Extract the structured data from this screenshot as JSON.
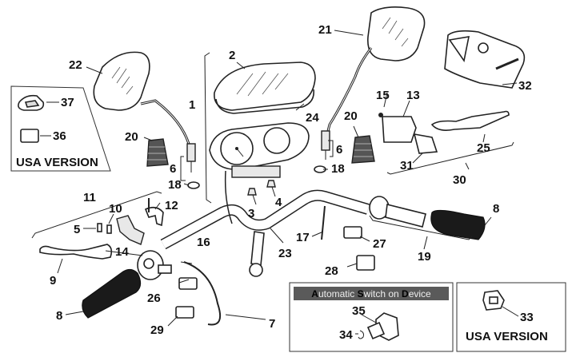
{
  "diagram": {
    "title": "Handlebar and controls exploded parts view",
    "callouts": [
      {
        "id": "1",
        "label": "1"
      },
      {
        "id": "2",
        "label": "2"
      },
      {
        "id": "3",
        "label": "3"
      },
      {
        "id": "4",
        "label": "4"
      },
      {
        "id": "5",
        "label": "5"
      },
      {
        "id": "6a",
        "label": "6"
      },
      {
        "id": "6b",
        "label": "6"
      },
      {
        "id": "7",
        "label": "7"
      },
      {
        "id": "8a",
        "label": "8"
      },
      {
        "id": "8b",
        "label": "8"
      },
      {
        "id": "9",
        "label": "9"
      },
      {
        "id": "10",
        "label": "10"
      },
      {
        "id": "11",
        "label": "11"
      },
      {
        "id": "12",
        "label": "12"
      },
      {
        "id": "13",
        "label": "13"
      },
      {
        "id": "14",
        "label": "14"
      },
      {
        "id": "15",
        "label": "15"
      },
      {
        "id": "16",
        "label": "16"
      },
      {
        "id": "17",
        "label": "17"
      },
      {
        "id": "18a",
        "label": "18"
      },
      {
        "id": "18b",
        "label": "18"
      },
      {
        "id": "19",
        "label": "19"
      },
      {
        "id": "20a",
        "label": "20"
      },
      {
        "id": "20b",
        "label": "20"
      },
      {
        "id": "21",
        "label": "21"
      },
      {
        "id": "22",
        "label": "22"
      },
      {
        "id": "23",
        "label": "23"
      },
      {
        "id": "24",
        "label": "24"
      },
      {
        "id": "25",
        "label": "25"
      },
      {
        "id": "26",
        "label": "26"
      },
      {
        "id": "27",
        "label": "27"
      },
      {
        "id": "28",
        "label": "28"
      },
      {
        "id": "29",
        "label": "29"
      },
      {
        "id": "30",
        "label": "30"
      },
      {
        "id": "31",
        "label": "31"
      },
      {
        "id": "32",
        "label": "32"
      },
      {
        "id": "33",
        "label": "33"
      },
      {
        "id": "34",
        "label": "34"
      },
      {
        "id": "35",
        "label": "35"
      },
      {
        "id": "36",
        "label": "36"
      },
      {
        "id": "37",
        "label": "37"
      }
    ],
    "inset_left": {
      "version_label": "USA VERSION",
      "parts": [
        "37",
        "36"
      ]
    },
    "inset_bottom_center": {
      "banner": [
        {
          "cap": "A",
          "rest": "utomatic "
        },
        {
          "cap": "S",
          "rest": "witch on "
        },
        {
          "cap": "D",
          "rest": "evice"
        }
      ],
      "parts": [
        "35",
        "34"
      ]
    },
    "inset_bottom_right": {
      "version_label": "USA VERSION",
      "parts": [
        "33"
      ]
    },
    "colors": {
      "line": "#222222",
      "banner_bg": "#5a5a5a",
      "banner_text": "#eeeeee",
      "grip": "#1a1a1a"
    }
  }
}
